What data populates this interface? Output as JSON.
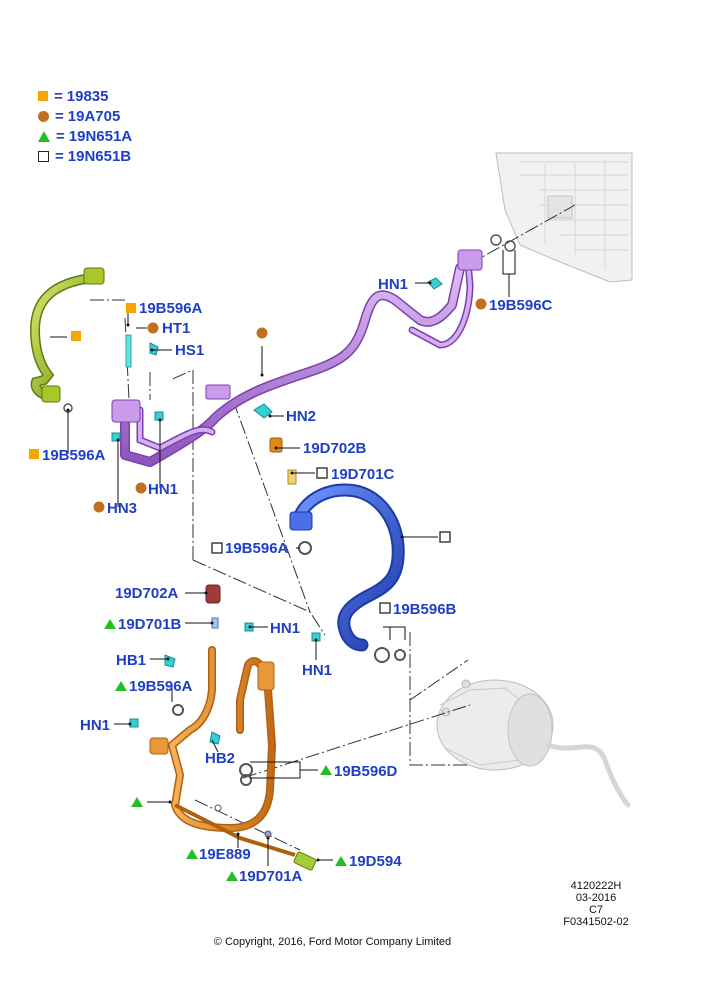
{
  "legend": [
    {
      "symbol": "square",
      "code": "19835"
    },
    {
      "symbol": "circle",
      "code": "19A705"
    },
    {
      "symbol": "triangle",
      "code": "19N651A"
    },
    {
      "symbol": "open-square",
      "code": "19N651B"
    }
  ],
  "labels": {
    "l_19b596a_top": "19B596A",
    "l_ht1": "HT1",
    "l_hs1": "HS1",
    "l_19b596a_left": "19B596A",
    "l_hn3": "HN3",
    "l_hn1_mid": "HN1",
    "l_hn2": "HN2",
    "l_hn1_top": "HN1",
    "l_19b596c": "19B596C",
    "l_19d702b": "19D702B",
    "l_19d701c": "19D701C",
    "l_19b596a_mid": "19B596A",
    "l_19b596b": "19B596B",
    "l_hn1_blue": "HN1",
    "l_19d702a": "19D702A",
    "l_19d701b": "19D701B",
    "l_hn1_orange": "HN1",
    "l_hb1": "HB1",
    "l_19b596a_low": "19B596A",
    "l_hn1_low": "HN1",
    "l_hb2": "HB2",
    "l_19b596d": "19B596D",
    "l_19e889": "19E889",
    "l_19d594": "19D594",
    "l_19d701a": "19D701A"
  },
  "footer": {
    "ref_line1": "4120222H",
    "ref_line2": "03-2016",
    "ref_line3": "C7",
    "ref_line4": "F0341502-02",
    "copyright": "© Copyright, 2016, Ford Motor Company Limited"
  },
  "colors": {
    "label_blue": "#1f3fc4",
    "square": "#f5a400",
    "circle": "#c0701f",
    "triangle": "#22c022",
    "hose_green": "#9ab81e",
    "hose_purple": "#b07ad8",
    "hose_blue": "#2f58d6",
    "hose_orange": "#e08a2c"
  }
}
